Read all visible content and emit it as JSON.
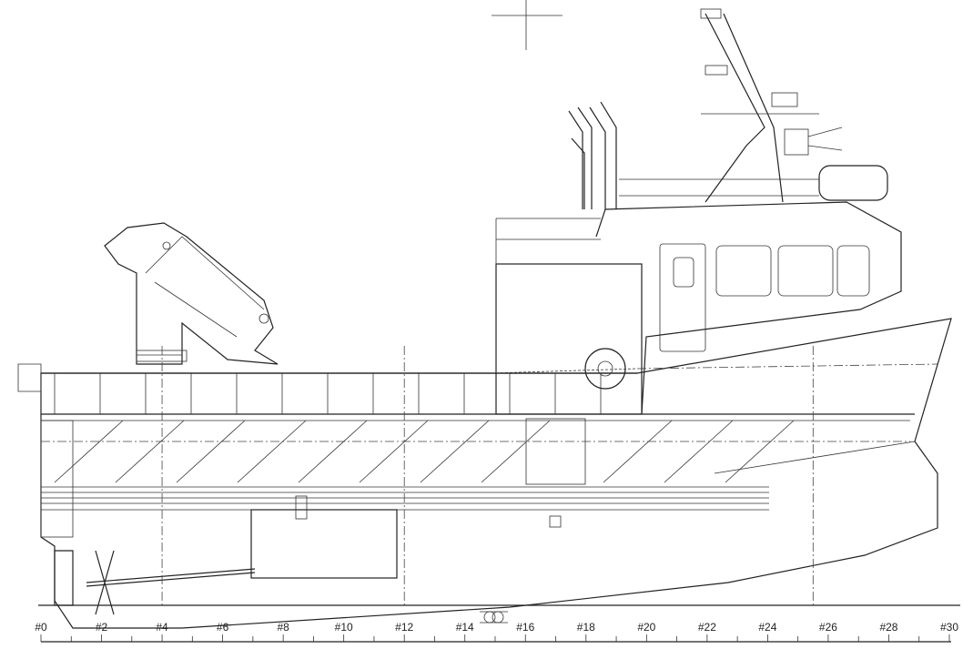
{
  "drawing": {
    "frame_labels": [
      "#0",
      "#2",
      "#4",
      "#6",
      "#8",
      "#10",
      "#12",
      "#14",
      "#16",
      "#18",
      "#20",
      "#22",
      "#24",
      "#26",
      "#28",
      "#30"
    ],
    "frame_count": 30,
    "line_color": "#222222"
  }
}
